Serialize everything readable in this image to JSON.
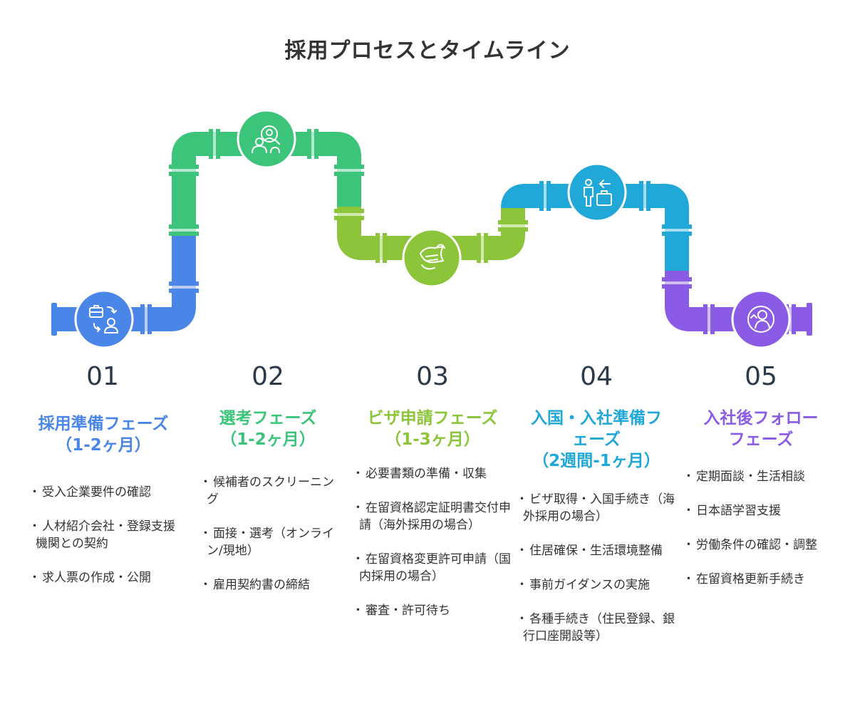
{
  "title": "採用プロセスとタイムライン",
  "colors": {
    "phase1": "#4a86e8",
    "phase2": "#3cc47a",
    "phase3": "#8cc43a",
    "phase4": "#1fa8d8",
    "phase5": "#8a5ce6"
  },
  "phases": [
    {
      "number": "01",
      "title": [
        "採用準備フェーズ",
        "（1-2ヶ月）"
      ],
      "icon": "briefcase-person-exchange-icon",
      "items": [
        "受入企業要件の確認",
        "人材紹介会社・登録支援機関との契約",
        "求人票の作成・公開"
      ]
    },
    {
      "number": "02",
      "title": [
        "選考フェーズ",
        "（1-2ヶ月）"
      ],
      "icon": "interview-search-icon",
      "items": [
        "候補者のスクリーニング",
        "面接・選考（オンライン/現地）",
        "雇用契約書の締結"
      ]
    },
    {
      "number": "03",
      "title": [
        "ビザ申請フェーズ",
        "（1-3ヶ月）"
      ],
      "icon": "document-roll-icon",
      "items": [
        "必要書類の準備・収集",
        "在留資格認定証明書交付申請（海外採用の場合）",
        "在留資格変更許可申請（国内採用の場合）",
        "審査・許可待ち"
      ]
    },
    {
      "number": "04",
      "title": [
        "入国・入社準備フ",
        "ェーズ",
        "（2週間-1ヶ月）"
      ],
      "icon": "traveler-luggage-icon",
      "items": [
        "ビザ取得・入国手続き（海外採用の場合）",
        "住居確保・生活環境整備",
        "事前ガイダンスの実施",
        "各種手続き（住民登録、銀行口座開設等）"
      ]
    },
    {
      "number": "05",
      "title": [
        "入社後フォロー",
        "フェーズ"
      ],
      "icon": "person-support-icon",
      "items": [
        "定期面談・生活相談",
        "日本語学習支援",
        "労働条件の確認・調整",
        "在留資格更新手続き"
      ]
    }
  ]
}
